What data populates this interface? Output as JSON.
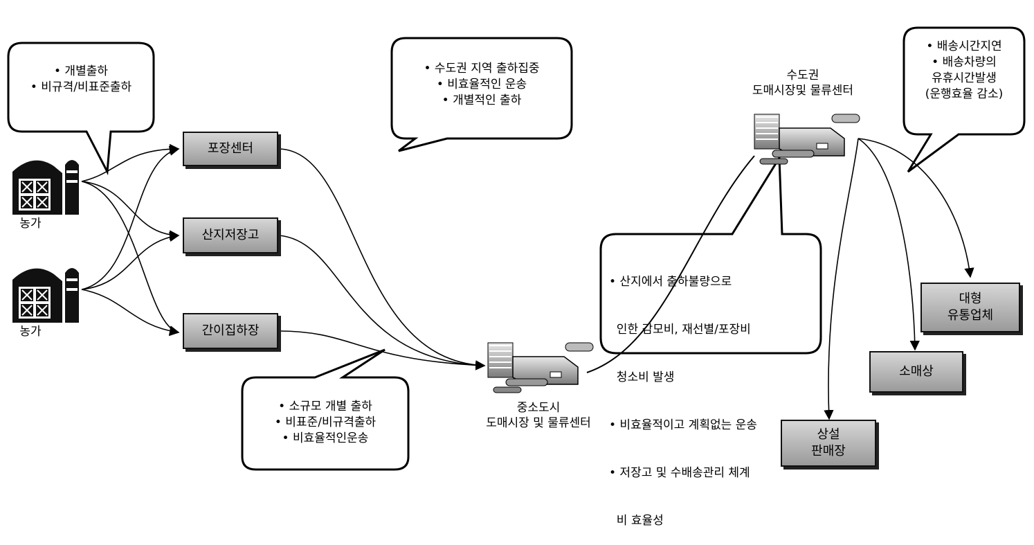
{
  "farms": [
    {
      "label": "농가"
    },
    {
      "label": "농가"
    }
  ],
  "boxes": {
    "packing": "포장센터",
    "storage": "산지저장고",
    "collection": "간이집하장",
    "large": [
      "대형",
      "유통업체"
    ],
    "retail": "소매상",
    "permanent": [
      "상설",
      "판매장"
    ]
  },
  "hubs": {
    "small_city": [
      "중소도시",
      "도매시장 및 물류센터"
    ],
    "capital": [
      "수도권",
      "도매시장및 물류센터"
    ]
  },
  "bubbles": {
    "farm_shipping": [
      "• 개별출하",
      "• 비규격/비표준출하"
    ],
    "capital_area": [
      "• 수도권 지역 출하집중",
      "• 비효율적인 운송",
      "• 개별적인 출하"
    ],
    "small_scale": [
      "• 소규모 개별 출하",
      "• 비표준/비규격출하",
      "• 비효율적인운송"
    ],
    "logistics_cost": [
      "• 산지에서 출하불량으로",
      "  인한 감모비, 재선별/포장비",
      "  청소비 발생",
      "• 비효율적이고 계획없는 운송",
      "• 저장고 및 수배송관리 체계",
      "  비 효율성"
    ],
    "delivery_delay": [
      "• 배송시간지연",
      "• 배송차량의",
      "유휴시간발생",
      "(운행효율 감소)"
    ]
  },
  "colors": {
    "box_top": "#d6d6d6",
    "box_bottom": "#9a9a9a",
    "line": "#000000"
  }
}
